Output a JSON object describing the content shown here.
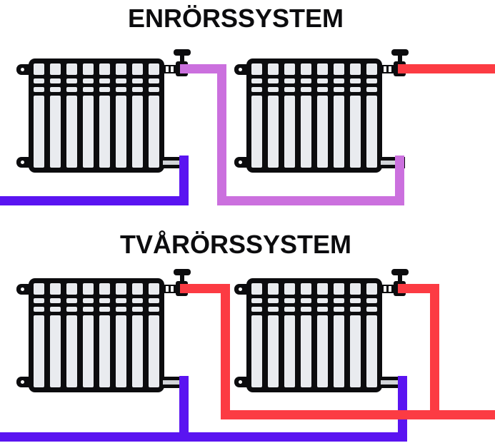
{
  "diagram": {
    "sections": [
      {
        "id": "enrorssystem",
        "title": "ENRÖRSSYSTEM"
      },
      {
        "id": "tvarorssystem",
        "title": "TVÅRÖRSSYSTEM"
      }
    ]
  },
  "colors": {
    "background": "#ffffff",
    "radiator_outline": "#0c0c0e",
    "radiator_fill": "#e9ebef",
    "hot_supply_pipe": "#fc3b43",
    "cold_return_pipe": "#5a14f1",
    "mixed_flow_pipe": "#cb70de"
  }
}
